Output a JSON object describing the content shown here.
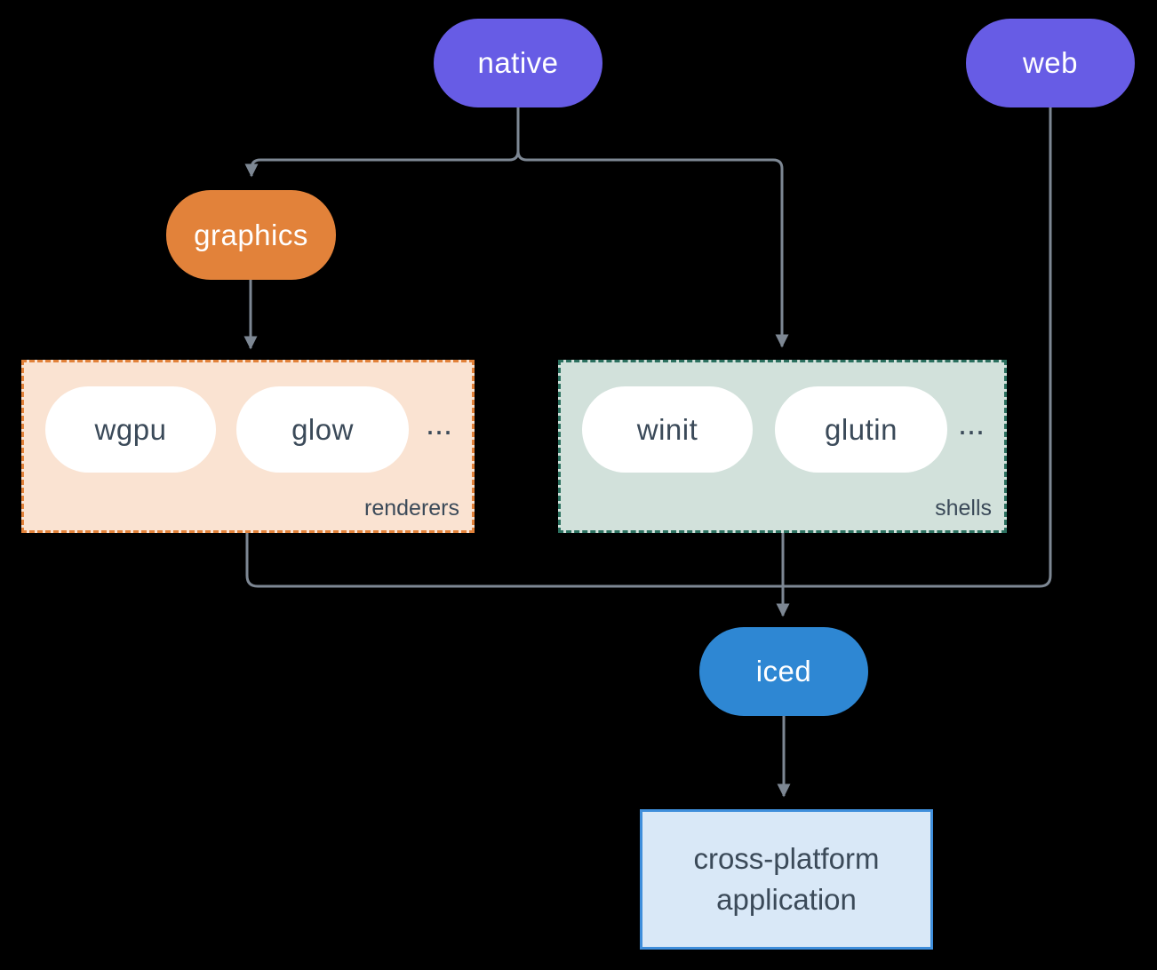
{
  "diagram": {
    "nodes": {
      "native": "native",
      "web": "web",
      "graphics": "graphics",
      "iced": "iced",
      "app": "cross-platform application"
    },
    "groups": {
      "renderers": {
        "label": "renderers",
        "items": [
          "wgpu",
          "glow"
        ],
        "more": "..."
      },
      "shells": {
        "label": "shells",
        "items": [
          "winit",
          "glutin"
        ],
        "more": "..."
      }
    },
    "colors": {
      "background": "#000000",
      "native_web_pill": "#675ce5",
      "graphics_pill": "#e2823a",
      "renderers_bg": "#fae3d2",
      "renderers_border": "#e2823a",
      "shells_bg": "#d2e1db",
      "shells_border": "#2b705f",
      "iced_pill": "#2e87d3",
      "app_bg": "#d9e8f7",
      "app_border": "#3f8edb",
      "dark_text": "#3b4a59",
      "connector": "#7d8793"
    }
  }
}
